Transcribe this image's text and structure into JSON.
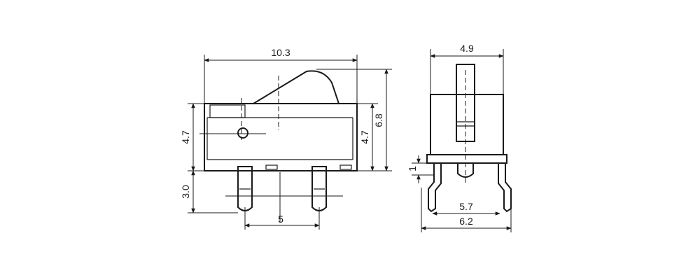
{
  "side_view": {
    "dim_width": "10.3",
    "dim_total_height": "6.8",
    "dim_body_height_left": "4.7",
    "dim_body_height_right": "4.7",
    "dim_terminal_length": "3.0",
    "dim_pin_pitch": "5"
  },
  "end_view": {
    "dim_body_width": "4.9",
    "dim_standoff": "1",
    "dim_inner_pin_span": "5.7",
    "dim_outer_pin_span": "6.2"
  }
}
